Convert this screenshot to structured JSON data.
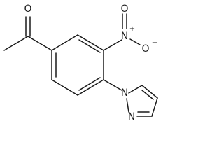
{
  "molecule": {
    "atoms": {
      "carbonyl_oxygen": "O",
      "nitro_nitrogen": "N",
      "nitro_plus": "+",
      "nitro_oxygen": "O",
      "nitro_minus": "−",
      "pyrazole_n1": "N",
      "pyrazole_n2": "N"
    }
  }
}
